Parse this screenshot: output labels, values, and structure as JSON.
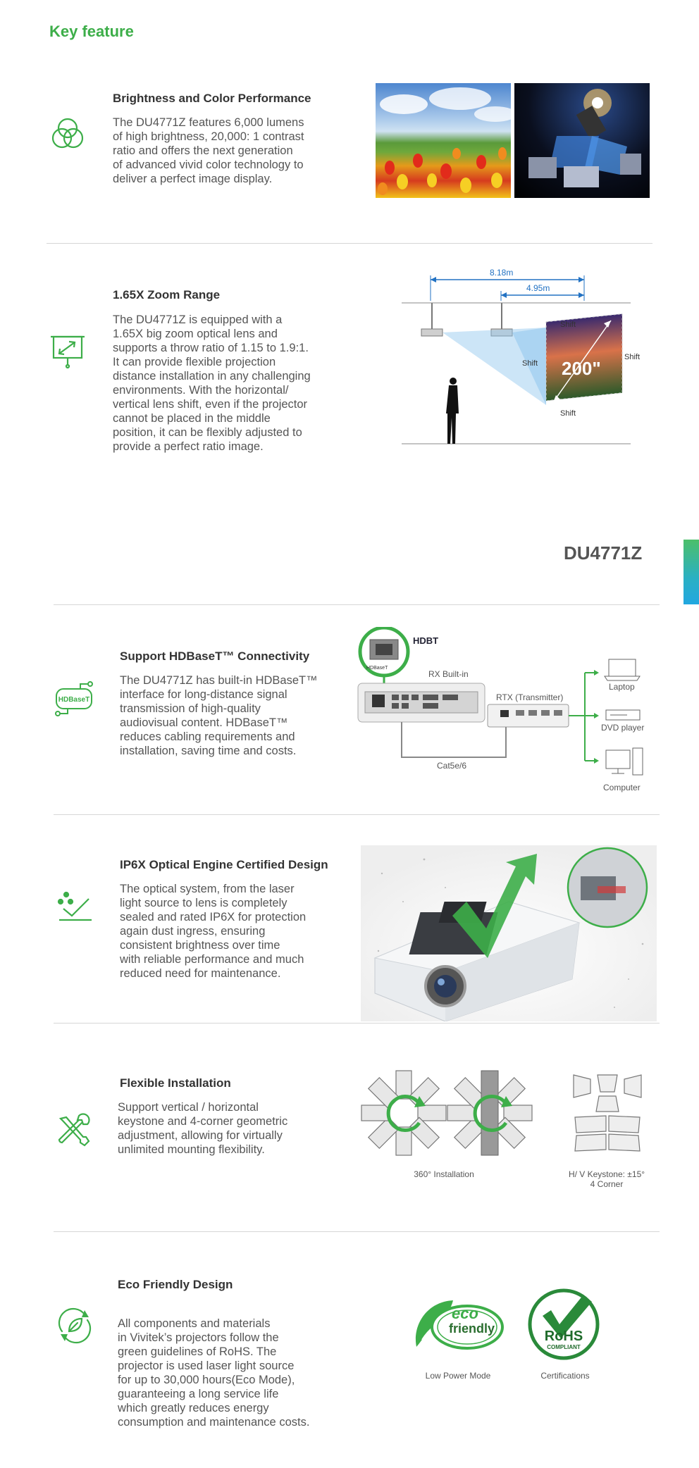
{
  "page": {
    "heading": "Key feature",
    "model": "DU4771Z",
    "accent_color": "#3dae49"
  },
  "features": [
    {
      "icon": "color-circles-icon",
      "title": "Brightness and Color Performance",
      "body": "The DU4771Z features 6,000 lumens\nof high brightness, 20,000: 1 contrast\nratio and offers the next generation\nof advanced vivid color technology to\ndeliver a perfect image display."
    },
    {
      "icon": "projection-screen-icon",
      "title": "1.65X Zoom Range",
      "body": "The DU4771Z is equipped with a\n1.65X big zoom optical lens and\nsupports a throw ratio of 1.15 to 1.9:1.\nIt can provide flexible projection\ndistance installation in any challenging\nenvironments. With the horizontal/\nvertical lens shift, even if the projector\ncannot be placed in the middle\nposition, it can be flexibly adjusted to\nprovide a perfect ratio image."
    },
    {
      "icon": "hdbaset-icon",
      "title": "Support HDBaseT™ Connectivity",
      "body": "The DU4771Z has built-in HDBaseT™\ninterface for long-distance signal\ntransmission of high-quality\naudiovisual content. HDBaseT™\nreduces cabling requirements and\ninstallation, saving time and costs."
    },
    {
      "icon": "dust-proof-icon",
      "title": "IP6X Optical Engine Certified Design",
      "body": "The optical system, from the laser\nlight source to lens is completely\nsealed and rated IP6X for protection\nagain dust ingress, ensuring\nconsistent brightness over time\nwith reliable performance and much\nreduced need for maintenance."
    },
    {
      "icon": "tools-icon",
      "title": "Flexible Installation",
      "body": "Support vertical / horizontal\nkeystone and 4-corner geometric\nadjustment, allowing for virtually\nunlimited mounting flexibility."
    },
    {
      "icon": "eco-leaf-icon",
      "title": "Eco Friendly Design",
      "body": "All components and materials\nin Vivitek’s projectors follow the\ngreen guidelines of RoHS. The\nprojector is used laser light source\nfor up to 30,000 hours(Eco Mode),\nguaranteeing a long service life\nwhich greatly reduces energy\nconsumption and maintenance costs."
    }
  ],
  "zoom_diagram": {
    "dist_long": "8.18m",
    "dist_short": "4.95m",
    "shift_label": "Shift",
    "screen_size": "200\""
  },
  "hdbaset_diagram": {
    "logo": "HDBT",
    "port_label": "HDBaseT",
    "rx_label": "RX Built-in",
    "rtx_label": "RTX (Transmitter)",
    "cable_label": "Cat5e/6",
    "devices": [
      "Laptop",
      "DVD player",
      "Computer"
    ]
  },
  "install_diagram": {
    "caption_360": "360° Installation",
    "caption_keystone": "H/ V Keystone: ±15°\n4 Corner"
  },
  "eco_diagram": {
    "eco_badge_top": "eco",
    "eco_badge_bottom": "friendly",
    "rohs_title": "RoHS",
    "rohs_sub": "COMPLIANT",
    "caption_low_power": "Low Power Mode",
    "caption_cert": "Certifications"
  }
}
